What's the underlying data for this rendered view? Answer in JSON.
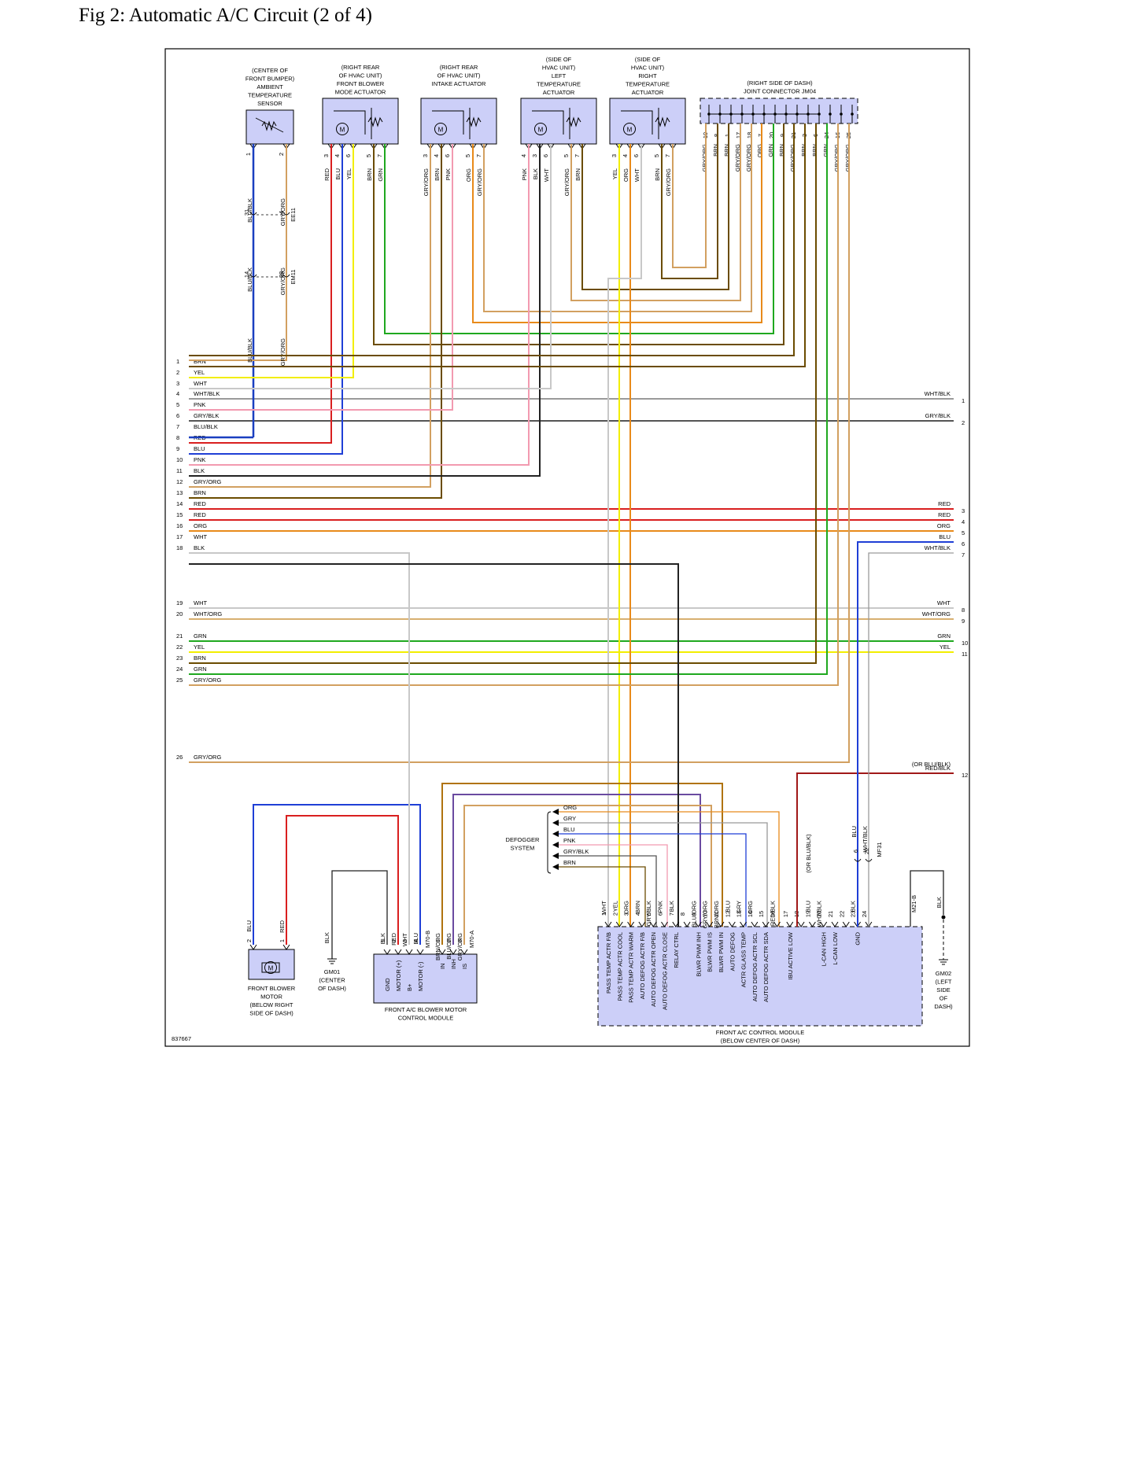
{
  "title": "Fig 2: Automatic A/C Circuit (2 of 4)",
  "figure_id": "837667",
  "colors": {
    "BRN": "#6b4c00",
    "YEL": "#f2ee00",
    "WHT": "#c8c8c8",
    "WHT/BLK": "#9a9a9a",
    "PNK": "#f29ab0",
    "GRY/BLK": "#555555",
    "BLU/BLK": "#1a3fc0",
    "RED": "#d91f1f",
    "BLU": "#1f3fd6",
    "BLK": "#222222",
    "GRY/ORG": "#d2a060",
    "ORG": "#e88a1a",
    "WHT/ORG": "#d8b070",
    "GRN": "#1fa81f",
    "GRY": "#999999",
    "BLU/ORG": "#6a4aa0",
    "BRN/ORG": "#b0730f",
    "RED/BLK": "#a01818",
    "component_fill": "#cccff8"
  },
  "components": {
    "ambient_sensor": {
      "lines": [
        "(CENTER OF",
        "FRONT BUMPER)",
        "AMBIENT",
        "TEMPERATURE",
        "SENSOR"
      ],
      "pins": [
        "1",
        "2"
      ]
    },
    "mode_actuator": {
      "lines": [
        "(RIGHT REAR",
        "OF HVAC UNIT)",
        "FRONT BLOWER",
        "MODE ACTUATOR"
      ],
      "pins": [
        "3",
        "4",
        "6",
        "5",
        "7"
      ]
    },
    "intake_actuator": {
      "lines": [
        "(RIGHT REAR",
        "OF HVAC UNIT)",
        "INTAKE ACTUATOR"
      ],
      "pins": [
        "3",
        "4",
        "6",
        "5",
        "7"
      ]
    },
    "left_temp_actuator": {
      "lines": [
        "(SIDE OF",
        "HVAC UNIT)",
        "LEFT",
        "TEMPERATURE",
        "ACTUATOR"
      ],
      "pins": [
        "4",
        "3",
        "6",
        "5",
        "7"
      ]
    },
    "right_temp_actuator": {
      "lines": [
        "(SIDE OF",
        "HVAC UNIT)",
        "RIGHT",
        "TEMPERATURE",
        "ACTUATOR"
      ],
      "pins": [
        "3",
        "4",
        "6",
        "5",
        "7"
      ]
    },
    "joint_connector": {
      "lines": [
        "(RIGHT SIDE OF DASH)",
        "JOINT CONNECTOR JM04"
      ],
      "pins": [
        "19",
        "8",
        "1",
        "17",
        "18",
        "7",
        "20",
        "9",
        "21",
        "3",
        "6",
        "24",
        "16",
        "25"
      ],
      "wires": [
        "GRY/ORG",
        "BRN",
        "BRN",
        "GRY/ORG",
        "GRY/ORG",
        "ORG",
        "GRN",
        "BRN",
        "GRY/ORG",
        "BRN",
        "BRN",
        "GRN",
        "GRY/ORG",
        "GRY/ORG"
      ]
    },
    "blower_motor": {
      "lines": [
        "FRONT BLOWER",
        "MOTOR",
        "(BELOW RIGHT",
        "SIDE OF DASH)"
      ],
      "pins": [
        "2",
        "1"
      ],
      "wires": [
        "BLU",
        "RED"
      ]
    },
    "gm01": {
      "lines": [
        "GM01",
        "(CENTER",
        "OF DASH)"
      ],
      "wire": "BLK"
    },
    "blower_control": {
      "lines": [
        "FRONT A/C BLOWER MOTOR",
        "CONTROL MODULE"
      ],
      "connector_a": "M70-B",
      "connector_b": "M70-A",
      "pins_a": [
        "1",
        "2",
        "3",
        "4"
      ],
      "wires_a": [
        "BLK",
        "RED",
        "WHT",
        "BLU"
      ],
      "labels_a": [
        "GND",
        "MOTOR (+)",
        "B+",
        "MOTOR (-)"
      ],
      "pins_b": [
        "1",
        "2",
        "3"
      ],
      "wires_b": [
        "BRN/ORG",
        "BLU/ORG",
        "GRY/ORG"
      ],
      "labels_b": [
        "IN",
        "INH",
        "IS"
      ]
    },
    "ac_control": {
      "lines": [
        "FRONT A/C CONTROL MODULE",
        "(BELOW CENTER OF DASH)"
      ],
      "pins": [
        "1",
        "2",
        "3",
        "4",
        "5",
        "6",
        "7",
        "8",
        "9",
        "10",
        "11",
        "12",
        "13",
        "14",
        "15",
        "16",
        "17",
        "18",
        "19",
        "20",
        "21",
        "22",
        "23",
        "24"
      ],
      "wires": [
        "WHT",
        "YEL",
        "ORG",
        "BRN",
        "GRY/BLK",
        "PNK",
        "BLK",
        "",
        "BLU/ORG",
        "GRY/ORG",
        "BRN/ORG",
        "BLU",
        "GRY",
        "ORG",
        "",
        "RED/BLK",
        "",
        "",
        "BLU",
        "WHT/BLK",
        "",
        "",
        "BLK",
        ""
      ],
      "labels": [
        "PASS TEMP ACTR F/B",
        "PASS TEMP ACTR COOL",
        "PASS TEMP ACTR WARM",
        "AUTO DEFOG ACTR F/B",
        "AUTO DEFOG ACTR OPEN",
        "AUTO DEFOG ACTR CLOSE",
        "RELAY CTRL",
        "",
        "BLWR PWM INH",
        "BLWR PWM IS",
        "BLWR PWM IN",
        "AUTO DEFOG",
        "ACTR GLASS TEMP",
        "AUTO DEFOG ACTR SCL",
        "AUTO DEFOG ACTR SDA",
        "",
        "IBU ACTIVE LOW",
        "",
        "",
        "L-CAN HIGH",
        "L-CAN LOW",
        "",
        "GND",
        ""
      ],
      "connector": "M21-B"
    },
    "gm02": {
      "lines": [
        "GM02",
        "(LEFT",
        "SIDE",
        "OF",
        "DASH)"
      ],
      "wire": "BLK"
    },
    "defogger": {
      "lines": [
        "DEFOGGER",
        "SYSTEM"
      ],
      "wires": [
        "ORG",
        "GRY",
        "BLU",
        "PNK",
        "GRY/BLK",
        "BRN"
      ]
    }
  },
  "inline_connectors": [
    {
      "name": "EE11",
      "pins": [
        "31",
        "4"
      ]
    },
    {
      "name": "EM11",
      "pins": [
        "14",
        "28"
      ]
    },
    {
      "name": "MF31",
      "pins": [
        "6",
        "22"
      ]
    }
  ],
  "ambient_wires": [
    "BLU/BLK",
    "GRY/ORG"
  ],
  "left_bus": [
    {
      "n": "1",
      "c": "BRN"
    },
    {
      "n": "2",
      "c": "YEL"
    },
    {
      "n": "3",
      "c": "WHT"
    },
    {
      "n": "4",
      "c": "WHT/BLK"
    },
    {
      "n": "5",
      "c": "PNK"
    },
    {
      "n": "6",
      "c": "GRY/BLK"
    },
    {
      "n": "7",
      "c": "BLU/BLK"
    },
    {
      "n": "8",
      "c": "RED"
    },
    {
      "n": "9",
      "c": "BLU"
    },
    {
      "n": "10",
      "c": "PNK"
    },
    {
      "n": "11",
      "c": "BLK"
    },
    {
      "n": "12",
      "c": "GRY/ORG"
    },
    {
      "n": "13",
      "c": "BRN"
    },
    {
      "n": "14",
      "c": "RED"
    },
    {
      "n": "15",
      "c": "RED"
    },
    {
      "n": "16",
      "c": "ORG"
    },
    {
      "n": "17",
      "c": "WHT"
    },
    {
      "n": "18",
      "c": "BLK"
    },
    {
      "n": "19",
      "c": "WHT"
    },
    {
      "n": "20",
      "c": "WHT/ORG"
    },
    {
      "n": "21",
      "c": "GRN"
    },
    {
      "n": "22",
      "c": "YEL"
    },
    {
      "n": "23",
      "c": "BRN"
    },
    {
      "n": "24",
      "c": "GRN"
    },
    {
      "n": "25",
      "c": "GRY/ORG"
    },
    {
      "n": "26",
      "c": "GRY/ORG"
    }
  ],
  "right_bus": [
    {
      "n": "1",
      "c": "WHT/BLK"
    },
    {
      "n": "2",
      "c": "GRY/BLK"
    },
    {
      "n": "3",
      "c": "RED"
    },
    {
      "n": "4",
      "c": "RED"
    },
    {
      "n": "5",
      "c": "ORG"
    },
    {
      "n": "6",
      "c": "BLU"
    },
    {
      "n": "7",
      "c": "WHT/BLK"
    },
    {
      "n": "8",
      "c": "WHT"
    },
    {
      "n": "9",
      "c": "WHT/ORG"
    },
    {
      "n": "10",
      "c": "GRN"
    },
    {
      "n": "11",
      "c": "YEL"
    },
    {
      "n": "12",
      "c": "RED/BLK"
    }
  ],
  "right_bus_note": "(OR BLU/BLK)",
  "mf31_wires": [
    "BLU",
    "WHT/BLK"
  ],
  "ac_pin17_note": "(OR BLU/BLK)"
}
